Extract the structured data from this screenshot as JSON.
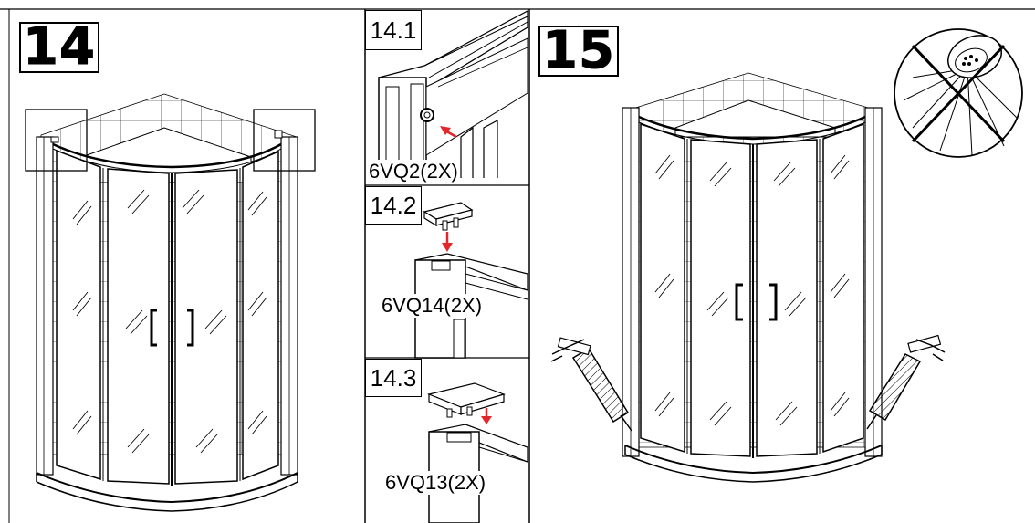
{
  "steps": {
    "step14": "14",
    "step15": "15"
  },
  "substeps": {
    "s1": {
      "number": "14.1",
      "part": "6VQ2(2X)"
    },
    "s2": {
      "number": "14.2",
      "part": "6VQ14(2X)"
    },
    "s3": {
      "number": "14.3",
      "part": "6VQ13(2X)"
    }
  },
  "colors": {
    "line": "#000000",
    "arrow": "#e3262a",
    "background": "#ffffff"
  }
}
